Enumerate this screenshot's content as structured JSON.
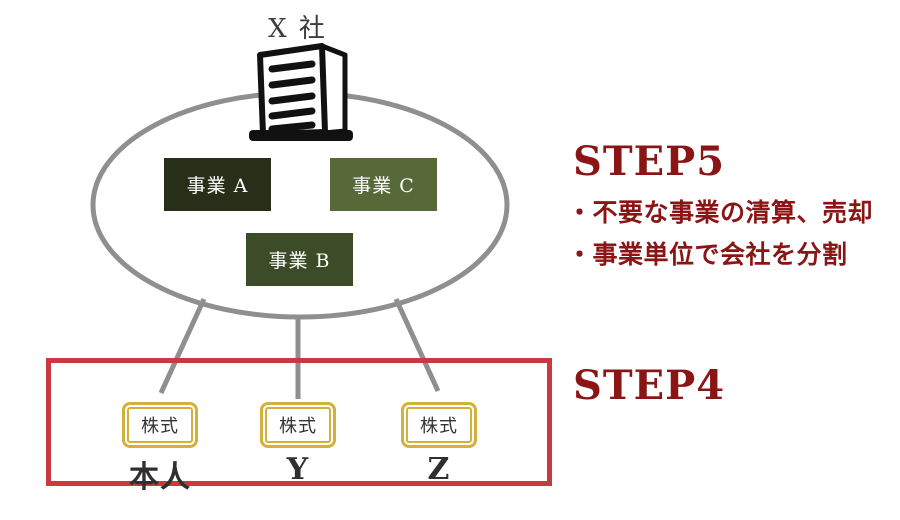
{
  "diagram": {
    "company_label": "X 社",
    "businesses": [
      {
        "id": "A",
        "label": "事業 A"
      },
      {
        "id": "C",
        "label": "事業 C"
      },
      {
        "id": "B",
        "label": "事業 B"
      }
    ],
    "shareholders": [
      {
        "badge_label": "株式",
        "name": "本人"
      },
      {
        "badge_label": "株式",
        "name": "Y"
      },
      {
        "badge_label": "株式",
        "name": "Z"
      }
    ]
  },
  "annotations": {
    "step5": {
      "title": "STEP5",
      "bullets": [
        "・不要な事業の清算、売却",
        "・事業単位で会社を分割"
      ]
    },
    "step4": {
      "title": "STEP4"
    }
  },
  "colors": {
    "accent_red_text": "#8b1515",
    "frame_red": "#c9393d",
    "line_gray": "#8f8f8f",
    "gold_badge": "#d3b13c",
    "business_a_bg": "#272f19",
    "business_b_bg": "#3c4b28",
    "business_c_bg": "#576939",
    "icon_black": "#111111",
    "text_dark": "#2f2f2f",
    "text_white": "#ffffff"
  }
}
